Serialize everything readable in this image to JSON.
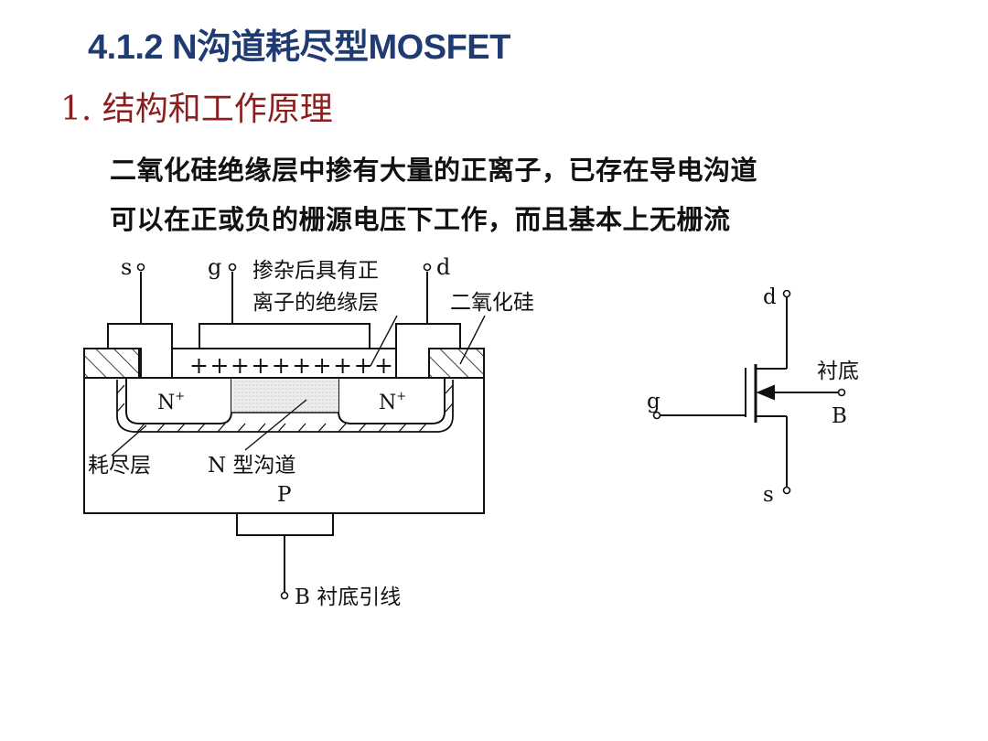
{
  "slide": {
    "title": "4.1.2  N沟道耗尽型MOSFET",
    "section_heading": "1.  结构和工作原理",
    "paragraphs": [
      "二氧化硅绝缘层中掺有大量的正离子，已存在导电沟道",
      "可以在正或负的栅源电压下工作，而且基本上无栅流"
    ]
  },
  "structure_diagram": {
    "terminal_source": "s",
    "terminal_gate": "g",
    "terminal_drain": "d",
    "doped_insulator_label_line1": "掺杂后具有正",
    "doped_insulator_label_line2": "离子的绝缘层",
    "sio2_label": "二氧化硅",
    "positive_ions": "++++++++++",
    "n_plus_left": "N",
    "n_plus_right": "N",
    "n_plus_superscript": "+",
    "depletion_label": "耗尽层",
    "channel_label": "N 型沟道",
    "substrate_label": "P",
    "substrate_lead_label": "B 衬底引线"
  },
  "symbol_diagram": {
    "drain": "d",
    "gate": "g",
    "source": "s",
    "body_label": "衬底",
    "body_terminal": "B"
  }
}
